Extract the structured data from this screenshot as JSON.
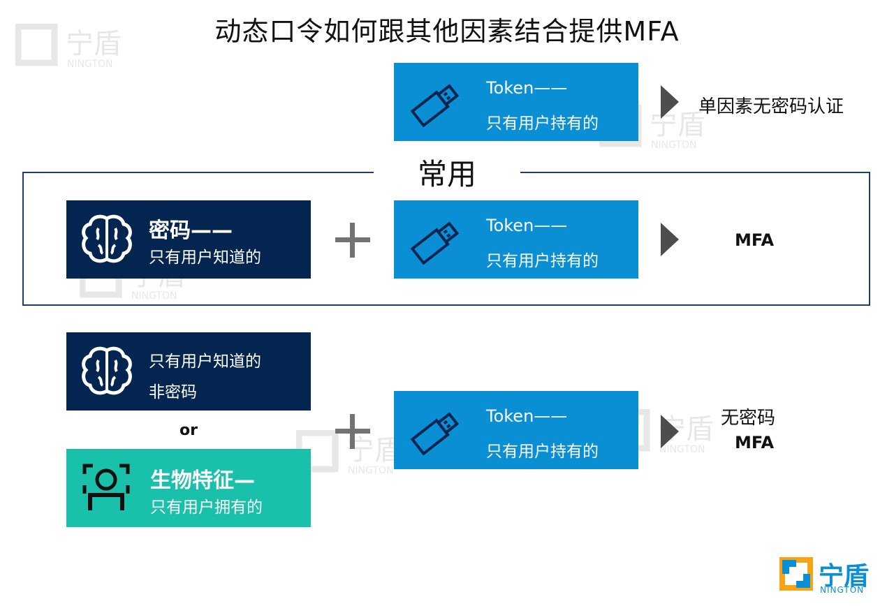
{
  "title": "动态口令如何跟其他因素结合提供MFA",
  "common_label": "常用",
  "token_box": {
    "line1": "Token——",
    "line2": "只有用户持有的"
  },
  "password_box": {
    "line1": "密码——",
    "line2": "只有用户知道的"
  },
  "nonpassword_box": {
    "line1": "只有用户知道的",
    "line2": "非密码"
  },
  "biometric_box": {
    "line1": "生物特征—",
    "line2": "只有用户拥有的"
  },
  "or_label": "or",
  "results": {
    "row1": "单因素无密码认证",
    "row2": "MFA",
    "row3_line1": "无密码",
    "row3_line2": "MFA"
  },
  "logo": {
    "brand": "宁盾",
    "sub": "NINGTON"
  },
  "colors": {
    "token": "#0a8fd4",
    "dark": "#032550",
    "teal": "#19c0aa",
    "frame": "#1b3e70",
    "arrow": "#4d4d4d"
  }
}
